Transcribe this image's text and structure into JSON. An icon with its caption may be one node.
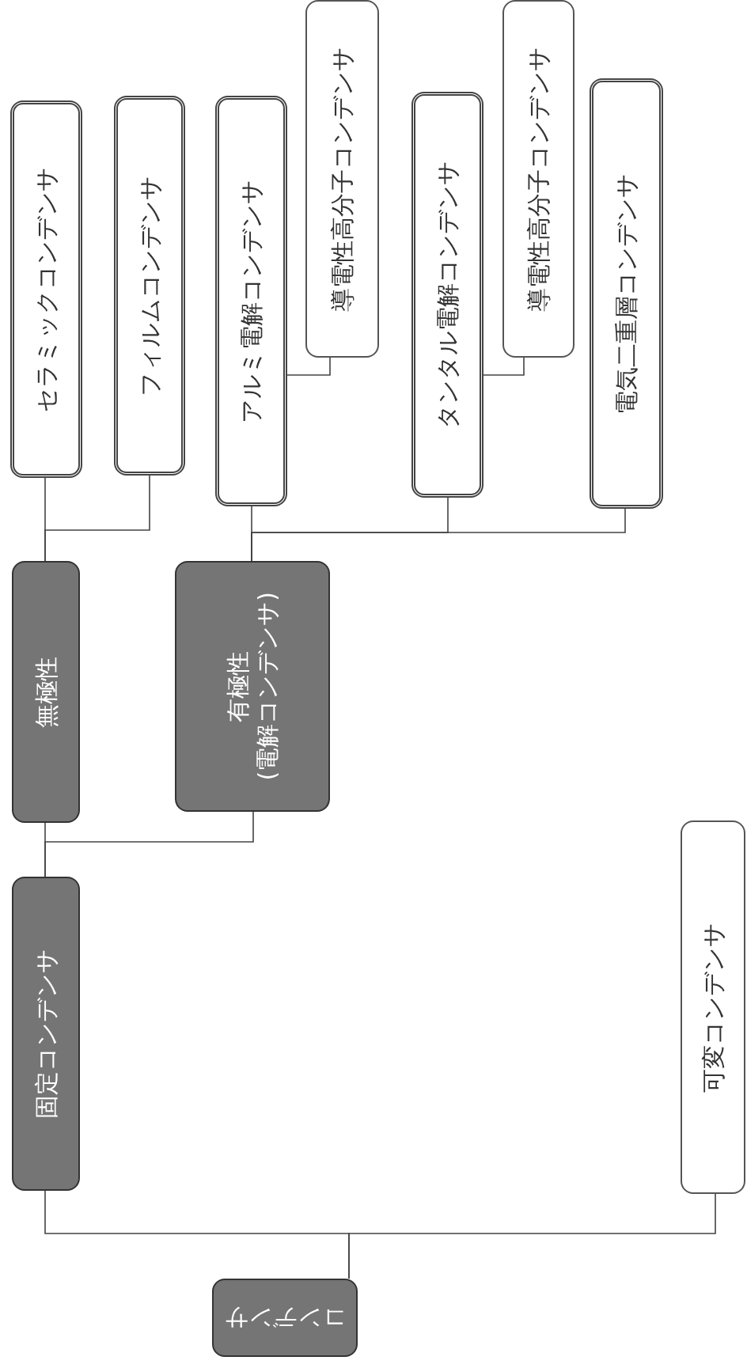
{
  "diagram": {
    "nodes": [
      {
        "text": [
          "コンデンサ"
        ]
      },
      {
        "text": [
          "固定コンデンサ"
        ]
      },
      {
        "text": [
          "可変コンデンサ"
        ]
      },
      {
        "text": [
          "無極性"
        ]
      },
      {
        "text": [
          "有極性",
          "(電解コンデンサ)"
        ]
      },
      {
        "text": [
          "セラミックコンデンサ"
        ]
      },
      {
        "text": [
          "フィルムコンデンサ"
        ]
      },
      {
        "text": [
          "アルミ電解コンデンサ"
        ]
      },
      {
        "text": [
          "導電性高分子コンデンサ"
        ]
      },
      {
        "text": [
          "タンタル電解コンデンサ"
        ]
      },
      {
        "text": [
          "導電性高分子コンデンサ"
        ]
      },
      {
        "text": [
          "電気二重層コンデンサ"
        ]
      }
    ],
    "edges": [
      {
        "from": 0,
        "to": 1,
        "arrow": "none"
      },
      {
        "from": 0,
        "to": 2,
        "arrow": "none"
      },
      {
        "from": 1,
        "to": 3,
        "arrow": "none"
      },
      {
        "from": 1,
        "to": 4,
        "arrow": "none"
      },
      {
        "from": 3,
        "to": 5,
        "arrow": "none"
      },
      {
        "from": 3,
        "to": 6,
        "arrow": "none"
      },
      {
        "from": 4,
        "to": 7,
        "arrow": "none"
      },
      {
        "from": 7,
        "to": 8,
        "arrow": "none"
      },
      {
        "from": 4,
        "to": 9,
        "arrow": "none"
      },
      {
        "from": 9,
        "to": 10,
        "arrow": "none"
      },
      {
        "from": 4,
        "to": 11,
        "arrow": "none"
      }
    ]
  }
}
